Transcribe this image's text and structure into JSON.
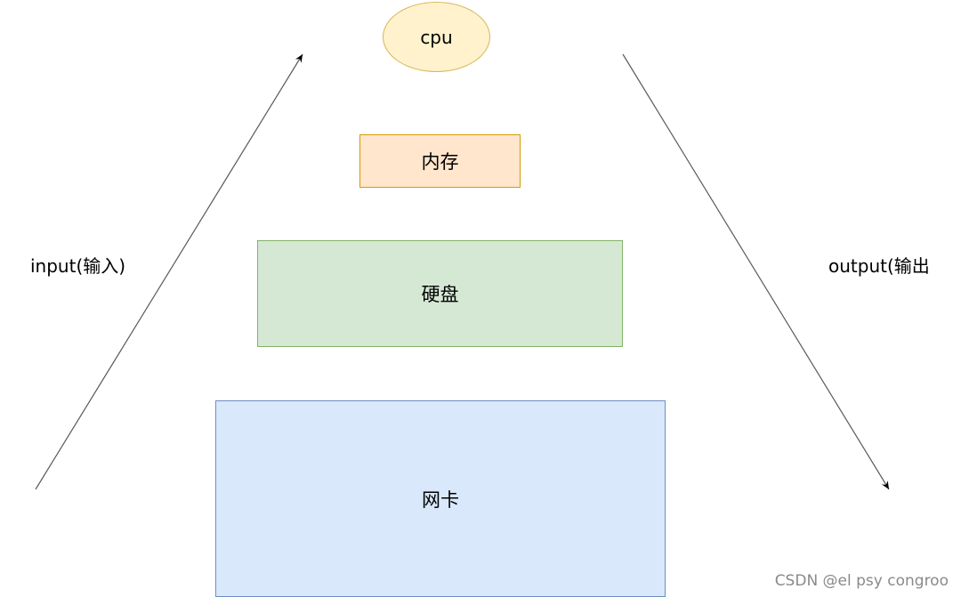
{
  "nodes": {
    "cpu": {
      "label": "cpu",
      "fill": "#fff2cc",
      "stroke": "#d6b656"
    },
    "memory": {
      "label": "内存",
      "fill": "#ffe6cc",
      "stroke": "#d79b00"
    },
    "disk": {
      "label": "硬盘",
      "fill": "#d5e8d4",
      "stroke": "#82b366"
    },
    "nic": {
      "label": "网卡",
      "fill": "#dae8fc",
      "stroke": "#6c8ebf"
    }
  },
  "edges": {
    "input": {
      "label": "input(输入)",
      "direction": "up-right"
    },
    "output": {
      "label": "output(输出",
      "direction": "down-right"
    }
  },
  "watermark": "CSDN @el psy congroo"
}
